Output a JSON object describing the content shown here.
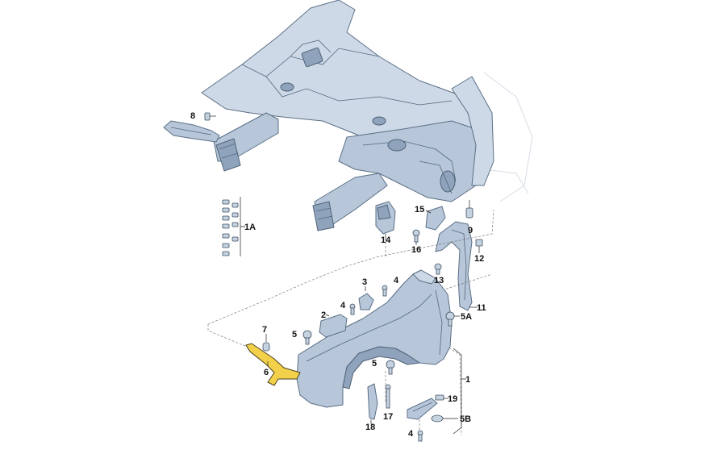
{
  "callouts": {
    "c8": "8",
    "c1A": "1A",
    "c14": "14",
    "c15": "15",
    "c16": "16",
    "c9": "9",
    "c12": "12",
    "c13": "13",
    "c11": "11",
    "c5A": "5A",
    "c3": "3",
    "c4a": "4",
    "c4b": "4",
    "c2": "2",
    "c7": "7",
    "c5a": "5",
    "c6": "6",
    "c5b": "5",
    "c1": "1",
    "c19": "19",
    "c5B": "5B",
    "c18": "18",
    "c17": "17",
    "c4c": "4"
  },
  "colors": {
    "part_fill": "#b7c7d9",
    "highlight": "#f2d04a"
  }
}
